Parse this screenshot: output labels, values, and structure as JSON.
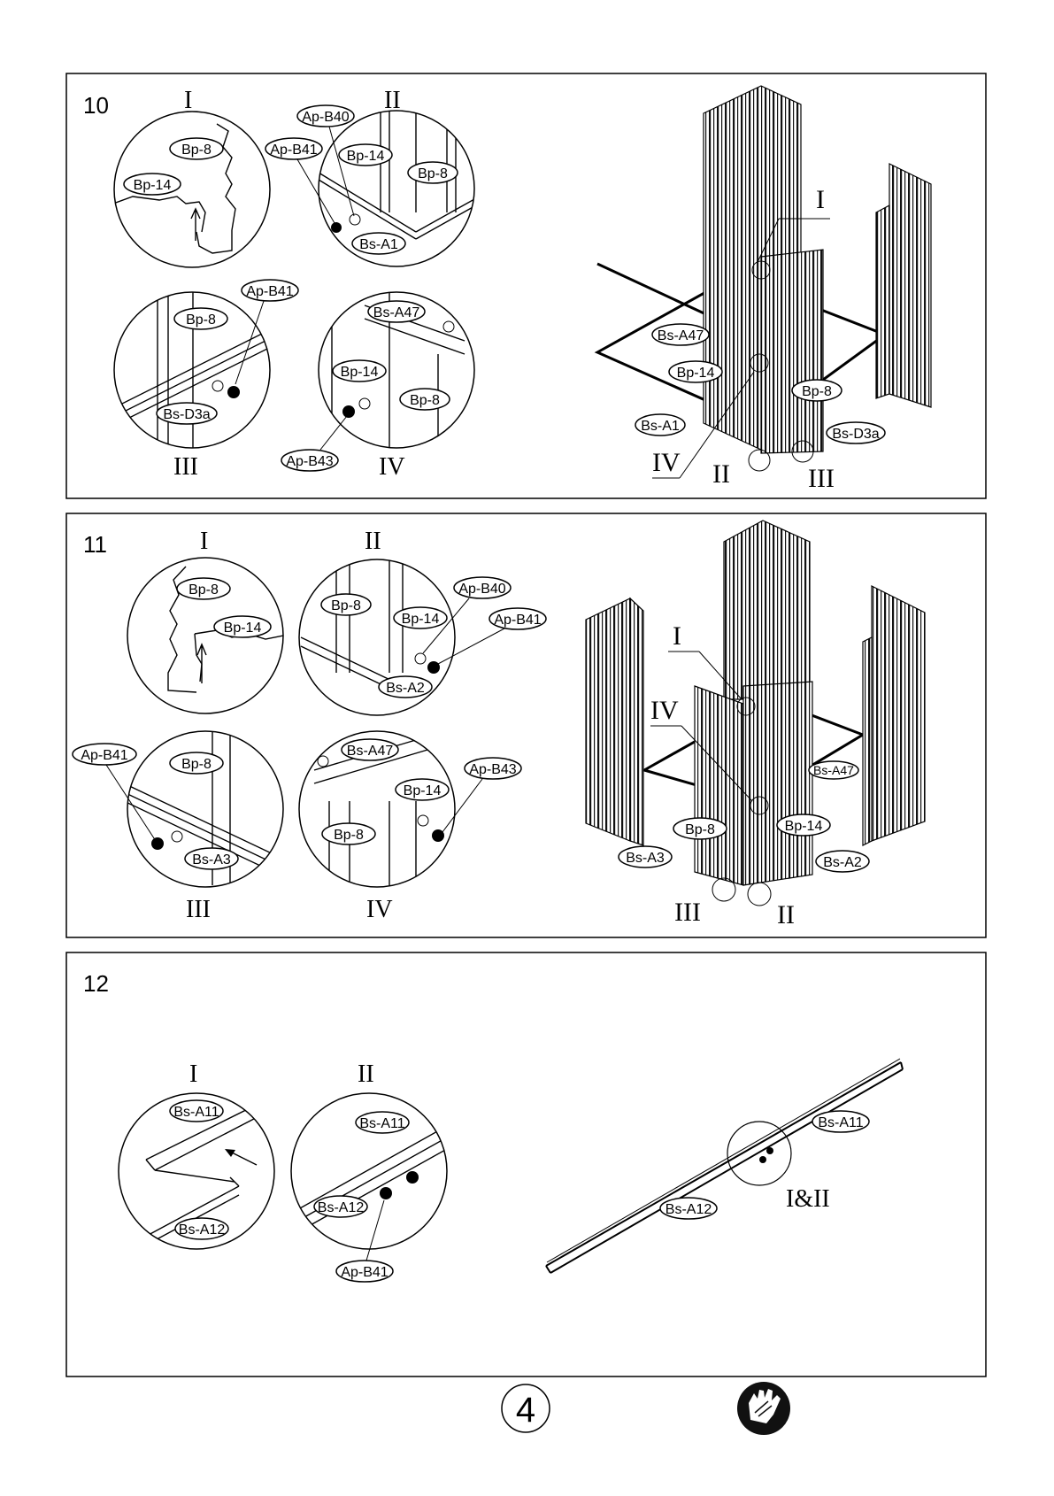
{
  "page_number": "4",
  "glove_icon": "glove-icon",
  "steps": [
    {
      "number": "10",
      "details": [
        {
          "roman": "I",
          "labels": [
            "Bp-8",
            "Bp-14"
          ]
        },
        {
          "roman": "II",
          "labels": [
            "Ap-B40",
            "Ap-B41",
            "Bp-14",
            "Bp-8",
            "Bs-A1"
          ]
        },
        {
          "roman": "III",
          "labels": [
            "Ap-B41",
            "Bp-8",
            "Bs-D3a"
          ]
        },
        {
          "roman": "IV",
          "labels": [
            "Bs-A47",
            "Bp-14",
            "Bp-8",
            "Ap-B43"
          ]
        }
      ],
      "main": {
        "labels": [
          "Bs-A47",
          "Bp-14",
          "Bs-A1",
          "Bp-8",
          "Bs-D3a"
        ],
        "romans": [
          "I",
          "IV",
          "II",
          "III"
        ]
      }
    },
    {
      "number": "11",
      "details": [
        {
          "roman": "I",
          "labels": [
            "Bp-8",
            "Bp-14"
          ]
        },
        {
          "roman": "II",
          "labels": [
            "Ap-B40",
            "Bp-8",
            "Bp-14",
            "Ap-B41",
            "Bs-A2"
          ]
        },
        {
          "roman": "III",
          "labels": [
            "Ap-B41",
            "Bp-8",
            "Bs-A3"
          ]
        },
        {
          "roman": "IV",
          "labels": [
            "Bs-A47",
            "Bp-14",
            "Ap-B43",
            "Bp-8"
          ]
        }
      ],
      "main": {
        "labels": [
          "Bs-A47",
          "Bp-8",
          "Bp-14",
          "Bs-A3",
          "Bs-A2"
        ],
        "romans": [
          "I",
          "IV",
          "III",
          "II"
        ]
      }
    },
    {
      "number": "12",
      "details": [
        {
          "roman": "I",
          "labels": [
            "Bs-A11",
            "Bs-A12"
          ]
        },
        {
          "roman": "II",
          "labels": [
            "Bs-A11",
            "Bs-A12",
            "Ap-B41"
          ]
        }
      ],
      "main": {
        "labels": [
          "Bs-A11",
          "Bs-A12"
        ],
        "romans": [
          "I&II"
        ]
      }
    }
  ]
}
